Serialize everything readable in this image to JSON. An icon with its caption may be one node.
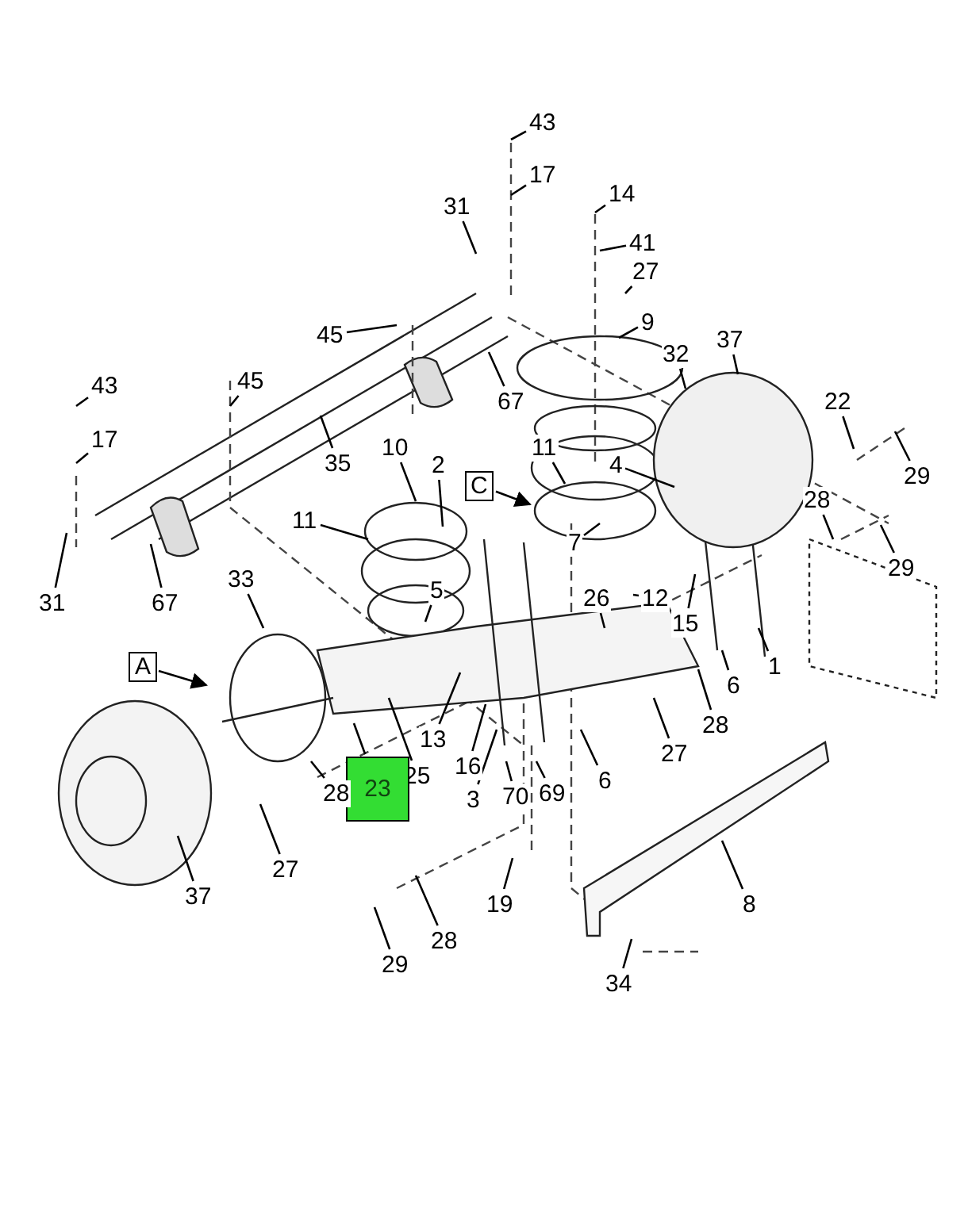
{
  "diagram": {
    "nodes": [
      {
        "text": [
          "43"
        ]
      },
      {
        "text": [
          "17"
        ]
      },
      {
        "text": [
          "14"
        ]
      },
      {
        "text": [
          "31"
        ]
      },
      {
        "text": [
          "41"
        ]
      },
      {
        "text": [
          "27"
        ]
      },
      {
        "text": [
          "9"
        ]
      },
      {
        "text": [
          "45"
        ]
      },
      {
        "text": [
          "37"
        ]
      },
      {
        "text": [
          "32"
        ]
      },
      {
        "text": [
          "43"
        ]
      },
      {
        "text": [
          "45"
        ]
      },
      {
        "text": [
          "67"
        ]
      },
      {
        "text": [
          "22"
        ]
      },
      {
        "text": [
          "17"
        ]
      },
      {
        "text": [
          "10"
        ]
      },
      {
        "text": [
          "11"
        ]
      },
      {
        "text": [
          "35"
        ]
      },
      {
        "text": [
          "4"
        ]
      },
      {
        "text": [
          "2"
        ]
      },
      {
        "text": [
          "29"
        ]
      },
      {
        "text": [
          "C"
        ]
      },
      {
        "text": [
          "28"
        ]
      },
      {
        "text": [
          "7"
        ]
      },
      {
        "text": [
          "11"
        ]
      },
      {
        "text": [
          "29"
        ]
      },
      {
        "text": [
          "33"
        ]
      },
      {
        "text": [
          "5"
        ]
      },
      {
        "text": [
          "26"
        ]
      },
      {
        "text": [
          "12"
        ]
      },
      {
        "text": [
          "31"
        ]
      },
      {
        "text": [
          "67"
        ]
      },
      {
        "text": [
          "15"
        ]
      },
      {
        "text": [
          "1"
        ]
      },
      {
        "text": [
          "A"
        ]
      },
      {
        "text": [
          "6"
        ]
      },
      {
        "text": [
          "28"
        ]
      },
      {
        "text": [
          "13"
        ]
      },
      {
        "text": [
          "27"
        ]
      },
      {
        "text": [
          "16"
        ]
      },
      {
        "text": [
          "25"
        ]
      },
      {
        "text": [
          "6"
        ]
      },
      {
        "text": [
          "23"
        ]
      },
      {
        "text": [
          "28"
        ]
      },
      {
        "text": [
          "70"
        ]
      },
      {
        "text": [
          "69"
        ]
      },
      {
        "text": [
          "3"
        ]
      },
      {
        "text": [
          "27"
        ]
      },
      {
        "text": [
          "37"
        ]
      },
      {
        "text": [
          "8"
        ]
      },
      {
        "text": [
          "19"
        ]
      },
      {
        "text": [
          "28"
        ]
      },
      {
        "text": [
          "29"
        ]
      },
      {
        "text": [
          "34"
        ]
      }
    ],
    "edges": [
      {
        "from": 0,
        "to": null,
        "arrow": "none"
      },
      {
        "from": 1,
        "to": null,
        "arrow": "none"
      },
      {
        "from": 2,
        "to": null,
        "arrow": "none"
      },
      {
        "from": 3,
        "to": null,
        "arrow": "none"
      },
      {
        "from": 4,
        "to": null,
        "arrow": "none"
      },
      {
        "from": 5,
        "to": null,
        "arrow": "none"
      },
      {
        "from": 6,
        "to": null,
        "arrow": "none"
      },
      {
        "from": 7,
        "to": null,
        "arrow": "none"
      },
      {
        "from": 8,
        "to": null,
        "arrow": "none"
      },
      {
        "from": 9,
        "to": null,
        "arrow": "none"
      },
      {
        "from": 10,
        "to": null,
        "arrow": "none"
      },
      {
        "from": 11,
        "to": null,
        "arrow": "none"
      },
      {
        "from": 12,
        "to": null,
        "arrow": "none"
      },
      {
        "from": 13,
        "to": null,
        "arrow": "none"
      },
      {
        "from": 14,
        "to": null,
        "arrow": "none"
      },
      {
        "from": 15,
        "to": null,
        "arrow": "none"
      },
      {
        "from": 16,
        "to": null,
        "arrow": "none"
      },
      {
        "from": 17,
        "to": null,
        "arrow": "none"
      },
      {
        "from": 18,
        "to": null,
        "arrow": "none"
      },
      {
        "from": 19,
        "to": null,
        "arrow": "none"
      },
      {
        "from": 20,
        "to": null,
        "arrow": "none"
      },
      {
        "from": 21,
        "to": null,
        "arrow": "to"
      },
      {
        "from": 22,
        "to": null,
        "arrow": "none"
      },
      {
        "from": 23,
        "to": null,
        "arrow": "none"
      },
      {
        "from": 24,
        "to": null,
        "arrow": "none"
      },
      {
        "from": 25,
        "to": null,
        "arrow": "none"
      },
      {
        "from": 26,
        "to": null,
        "arrow": "none"
      },
      {
        "from": 27,
        "to": null,
        "arrow": "none"
      },
      {
        "from": 28,
        "to": null,
        "arrow": "none"
      },
      {
        "from": 29,
        "to": null,
        "arrow": "none"
      },
      {
        "from": 30,
        "to": null,
        "arrow": "none"
      },
      {
        "from": 31,
        "to": null,
        "arrow": "none"
      },
      {
        "from": 32,
        "to": null,
        "arrow": "none"
      },
      {
        "from": 33,
        "to": null,
        "arrow": "none"
      },
      {
        "from": 34,
        "to": null,
        "arrow": "to"
      },
      {
        "from": 35,
        "to": null,
        "arrow": "none"
      },
      {
        "from": 36,
        "to": null,
        "arrow": "none"
      },
      {
        "from": 37,
        "to": null,
        "arrow": "none"
      },
      {
        "from": 38,
        "to": null,
        "arrow": "none"
      },
      {
        "from": 39,
        "to": null,
        "arrow": "none"
      },
      {
        "from": 40,
        "to": null,
        "arrow": "none"
      },
      {
        "from": 41,
        "to": null,
        "arrow": "none"
      },
      {
        "from": 42,
        "to": null,
        "arrow": "none"
      },
      {
        "from": 43,
        "to": null,
        "arrow": "none"
      },
      {
        "from": 44,
        "to": null,
        "arrow": "none"
      },
      {
        "from": 45,
        "to": null,
        "arrow": "none"
      },
      {
        "from": 46,
        "to": null,
        "arrow": "none"
      },
      {
        "from": 47,
        "to": null,
        "arrow": "none"
      },
      {
        "from": 48,
        "to": null,
        "arrow": "none"
      },
      {
        "from": 49,
        "to": null,
        "arrow": "none"
      },
      {
        "from": 50,
        "to": null,
        "arrow": "none"
      },
      {
        "from": 51,
        "to": null,
        "arrow": "none"
      },
      {
        "from": 52,
        "to": null,
        "arrow": "none"
      },
      {
        "from": 53,
        "to": null,
        "arrow": "none"
      }
    ]
  }
}
